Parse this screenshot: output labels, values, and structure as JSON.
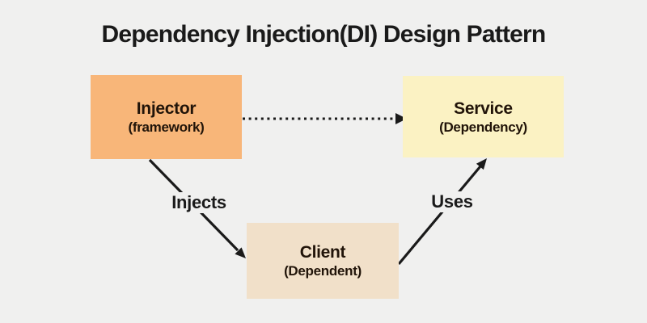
{
  "title": "Dependency Injection(DI) Design Pattern",
  "diagram": {
    "nodes": [
      {
        "id": "injector",
        "label": "Injector",
        "sublabel": "(framework)"
      },
      {
        "id": "service",
        "label": "Service",
        "sublabel": "(Dependency)"
      },
      {
        "id": "client",
        "label": "Client",
        "sublabel": "(Dependent)"
      }
    ],
    "edges": [
      {
        "from": "injector",
        "to": "service",
        "style": "dotted-arrow"
      },
      {
        "from": "injector",
        "to": "client",
        "style": "solid-arrow",
        "label": "Injects"
      },
      {
        "from": "client",
        "to": "service",
        "style": "solid-arrow",
        "label": "Uses"
      }
    ]
  },
  "colors": {
    "background": "#F0F0EF",
    "injector_box": "#F8B679",
    "service_box": "#FBF2C3",
    "client_box": "#F1E0C9",
    "title_text": "#1A1A1A",
    "node_text": "#211409",
    "arrow": "#1A1A1A"
  }
}
